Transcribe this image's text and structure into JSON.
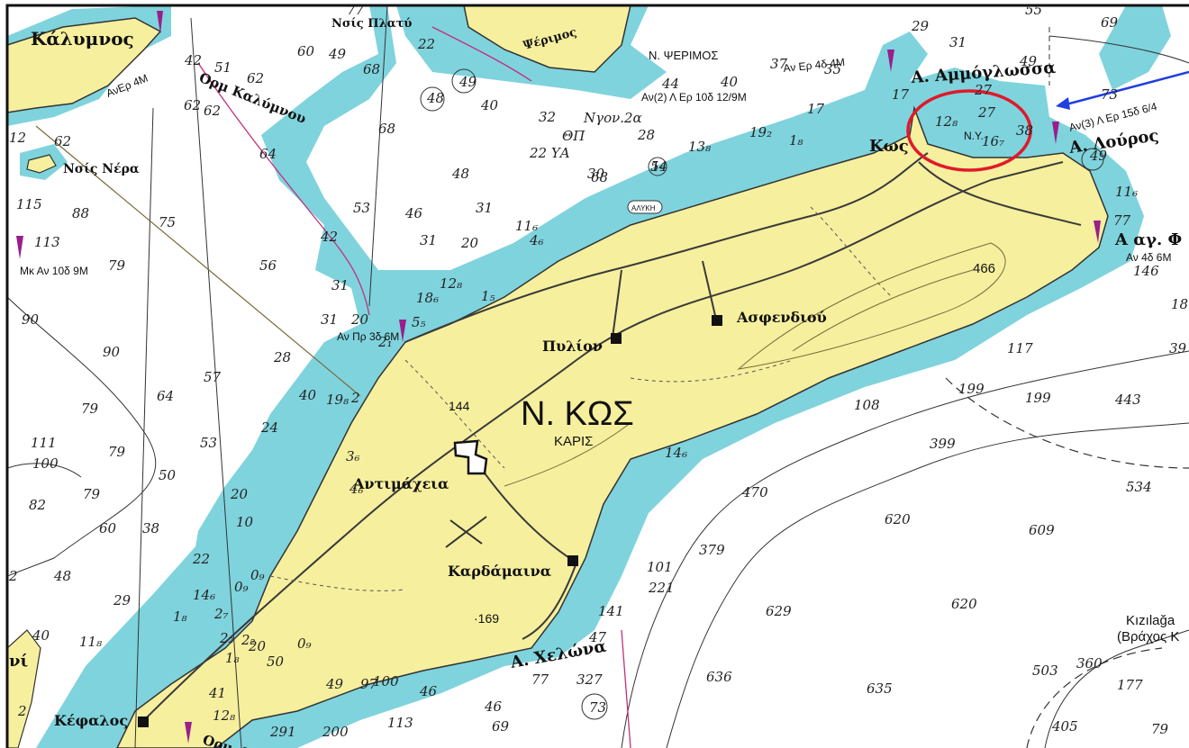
{
  "map": {
    "colors": {
      "land": "#f6ef9e",
      "shallow": "#7fd3dd",
      "sea": "#ffffff",
      "contour": "#333333",
      "road": "#3a3a3a",
      "pink_route": "#c0307a",
      "highlight": "#e0192a",
      "bearing": "#1f3fe0",
      "light_marker": "#9a1e8c",
      "red_text": "#b0191e"
    },
    "labels": {
      "island": "Ν. ΚΩΣ",
      "karis": "ΚΑΡΙΣ",
      "kalymnos": "Κάλυμνος",
      "nis_platy": "Νσίς Πλατύ",
      "orm_kalymnou": "Ορμ Καλύμνου",
      "nis_nera": "Νσίς Νέρα",
      "pserimos_gr": "Ψέριμος",
      "n_pserimos": "Ν. ΨΕΡΙΜΟΣ",
      "ammoglossa": "Α. Αμμόγλωσσα",
      "louros": "Α. Λούρος",
      "ag_f": "Α αγ. Φ",
      "kos_town": "Κως",
      "asfendiou": "Ασφενδιού",
      "pylion": "Πυλίον",
      "antimacheia": "Αντιμάχεια",
      "kardamaina": "Καρδάμαινα",
      "chelona": "Α. Χελώνα",
      "kefalos": "Κέφαλος",
      "kizilaga": "Kızılağa",
      "vrachos": "(Βράχος Κ",
      "ni": "νί",
      "alyki": "ΑΛΥΚΗ",
      "orm_bottom": "Ορμ. Κ",
      "ngon": "Νγον.2α",
      "ya": "22 ΥΑ",
      "thp": "ΘΠ"
    },
    "lights": {
      "kalymnos": "ΑνΕρ 4Μ",
      "pserimos": "Αν(2) Λ Ερ 10δ 12/9Μ",
      "ammoglossa": "Αν Ερ 4δ 4Μ",
      "louros": "Αν(3) Λ Ερ 15δ 6/4",
      "mk": "Μκ Αν 10δ 9Μ",
      "ag": "Αν 4δ 6Μ",
      "antimacheia": "Αν Πρ 3δ 6Μ",
      "ny": "Ν.Υ."
    },
    "heights": [
      "466",
      "144",
      "·169"
    ],
    "depths": [
      {
        "v": "42"
      },
      {
        "v": "51"
      },
      {
        "v": "62"
      },
      {
        "v": "62"
      },
      {
        "v": "62"
      },
      {
        "v": "12"
      },
      {
        "v": "60"
      },
      {
        "v": "49"
      },
      {
        "v": "68"
      },
      {
        "v": "77"
      },
      {
        "v": "22"
      },
      {
        "v": "48"
      },
      {
        "v": "49"
      },
      {
        "v": "40"
      },
      {
        "v": "44"
      },
      {
        "v": "40"
      },
      {
        "v": "37"
      },
      {
        "v": "35"
      },
      {
        "v": "29"
      },
      {
        "v": "31"
      },
      {
        "v": "55"
      },
      {
        "v": "69"
      },
      {
        "v": "49"
      },
      {
        "v": "27"
      },
      {
        "v": "73"
      },
      {
        "v": "38"
      },
      {
        "v": "27"
      },
      {
        "v": "12₈"
      },
      {
        "v": "16₇"
      },
      {
        "v": "17"
      },
      {
        "v": "17"
      },
      {
        "v": "19₂"
      },
      {
        "v": "1₈"
      },
      {
        "v": "13₈"
      },
      {
        "v": "28"
      },
      {
        "v": "32"
      },
      {
        "v": "30"
      },
      {
        "v": "68"
      },
      {
        "v": "54"
      },
      {
        "v": "1₉"
      },
      {
        "v": "64"
      },
      {
        "v": "62"
      },
      {
        "v": "68"
      },
      {
        "v": "48"
      },
      {
        "v": "115"
      },
      {
        "v": "88"
      },
      {
        "v": "75"
      },
      {
        "v": "53"
      },
      {
        "v": "46"
      },
      {
        "v": "31"
      },
      {
        "v": "113"
      },
      {
        "v": "79"
      },
      {
        "v": "42"
      },
      {
        "v": "31"
      },
      {
        "v": "20"
      },
      {
        "v": "11₆"
      },
      {
        "v": "4₆"
      },
      {
        "v": "56"
      },
      {
        "v": "12₈"
      },
      {
        "v": "18₆"
      },
      {
        "v": "1₅"
      },
      {
        "v": "31"
      },
      {
        "v": "90"
      },
      {
        "v": "31"
      },
      {
        "v": "20"
      },
      {
        "v": "5₅"
      },
      {
        "v": "2₁"
      },
      {
        "v": "90"
      },
      {
        "v": "28"
      },
      {
        "v": "57"
      },
      {
        "v": "64"
      },
      {
        "v": "40"
      },
      {
        "v": "79"
      },
      {
        "v": "19₈"
      },
      {
        "v": "2"
      },
      {
        "v": "24"
      },
      {
        "v": "111"
      },
      {
        "v": "79"
      },
      {
        "v": "53"
      },
      {
        "v": "100"
      },
      {
        "v": "50"
      },
      {
        "v": "3₆"
      },
      {
        "v": "4₆"
      },
      {
        "v": "82"
      },
      {
        "v": "79"
      },
      {
        "v": "20"
      },
      {
        "v": "10"
      },
      {
        "v": "60"
      },
      {
        "v": "38"
      },
      {
        "v": "22"
      },
      {
        "v": "0₉"
      },
      {
        "v": "2"
      },
      {
        "v": "48"
      },
      {
        "v": "14₆"
      },
      {
        "v": "29"
      },
      {
        "v": "1₈"
      },
      {
        "v": "2₇"
      },
      {
        "v": "0₉"
      },
      {
        "v": "40"
      },
      {
        "v": "11₈"
      },
      {
        "v": "1₈"
      },
      {
        "v": "2₂"
      },
      {
        "v": "20"
      },
      {
        "v": "2₂"
      },
      {
        "v": "50"
      },
      {
        "v": "0₉"
      },
      {
        "v": "49"
      },
      {
        "v": "97"
      },
      {
        "v": "100"
      },
      {
        "v": "46"
      },
      {
        "v": "47"
      },
      {
        "v": "2"
      },
      {
        "v": "41"
      },
      {
        "v": "12₈"
      },
      {
        "v": "46"
      },
      {
        "v": "77"
      },
      {
        "v": "327"
      },
      {
        "v": "73"
      },
      {
        "v": "69"
      },
      {
        "v": "291"
      },
      {
        "v": "200"
      },
      {
        "v": "113"
      },
      {
        "v": "636"
      },
      {
        "v": "635"
      },
      {
        "v": "629"
      },
      {
        "v": "620"
      },
      {
        "v": "620"
      },
      {
        "v": "609"
      },
      {
        "v": "534"
      },
      {
        "v": "503"
      },
      {
        "v": "360"
      },
      {
        "v": "177"
      },
      {
        "v": "405"
      },
      {
        "v": "79"
      },
      {
        "v": "141"
      },
      {
        "v": "221"
      },
      {
        "v": "101"
      },
      {
        "v": "379"
      },
      {
        "v": "470"
      },
      {
        "v": "399"
      },
      {
        "v": "108"
      },
      {
        "v": "199"
      },
      {
        "v": "199"
      },
      {
        "v": "443"
      },
      {
        "v": "117"
      },
      {
        "v": "39"
      },
      {
        "v": "18"
      },
      {
        "v": "146"
      },
      {
        "v": "77"
      },
      {
        "v": "11₆"
      },
      {
        "v": "49"
      },
      {
        "v": "14₆"
      }
    ]
  }
}
